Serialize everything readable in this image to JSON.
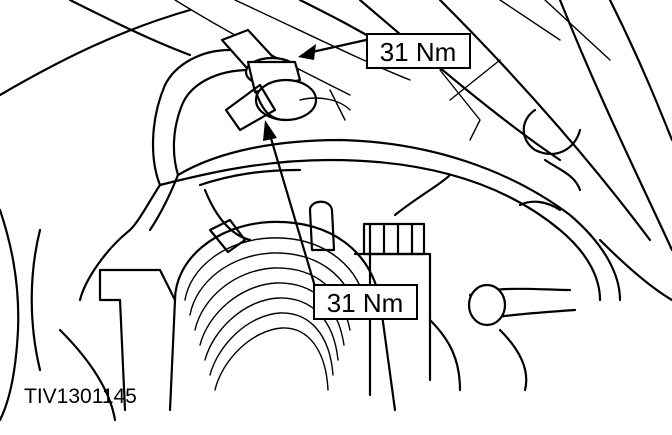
{
  "diagram": {
    "figure_id": "TIV1301145",
    "callouts": [
      {
        "label": "31 Nm"
      },
      {
        "label": "31 Nm"
      }
    ],
    "colors": {
      "ink": "#000000",
      "paper": "#ffffff"
    }
  }
}
